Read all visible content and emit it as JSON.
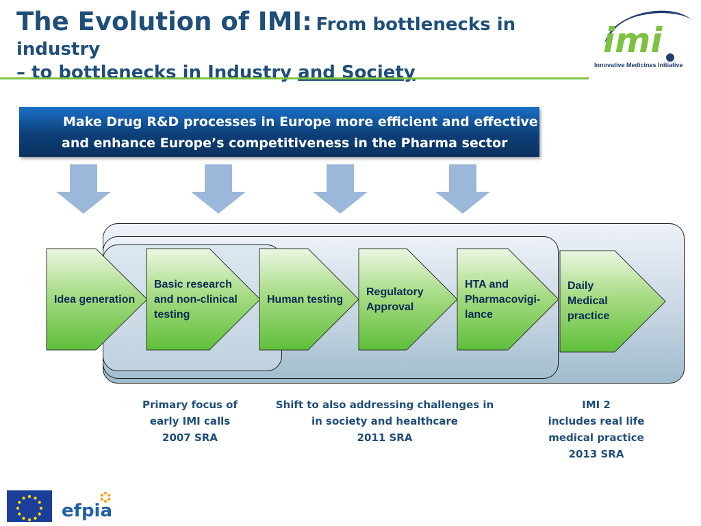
{
  "title": {
    "main": "The Evolution of IMI:",
    "sub": "From bottlenecks in industry",
    "line2_prefix": "–  to bottlenecks in Industry ",
    "line2_underlined": "and Society"
  },
  "logo": {
    "wordmark": "imi",
    "caption": "Innovative Medicines Initiative"
  },
  "banner": {
    "line1": "Make Drug R&D processes in Europe more efficient and effective",
    "line2": "and enhance Europe’s competitiveness in the Pharma sector"
  },
  "steps": [
    {
      "label": "Idea generation"
    },
    {
      "label": "Basic research\nand non-clinical\ntesting"
    },
    {
      "label": "Human testing"
    },
    {
      "label": "Regulatory\nApproval"
    },
    {
      "label": "HTA and\nPharmacovigi-\nlance"
    },
    {
      "label": "Daily\nMedical\npractice"
    }
  ],
  "captions": [
    {
      "text": "Primary focus of\nearly IMI calls\n2007 SRA"
    },
    {
      "text": "Shift to also addressing challenges in\nin society and healthcare\n2011 SRA"
    },
    {
      "text": "IMI 2\nincludes real life\nmedical practice\n2013 SRA"
    }
  ],
  "footer": {
    "efpia": "efpia"
  },
  "colors": {
    "title": "#1f4e79",
    "accent_green": "#7dc142",
    "step_green": "#6cc24a",
    "arrow_blue": "#9bb7d9",
    "banner_blue": "#0c3f78"
  }
}
